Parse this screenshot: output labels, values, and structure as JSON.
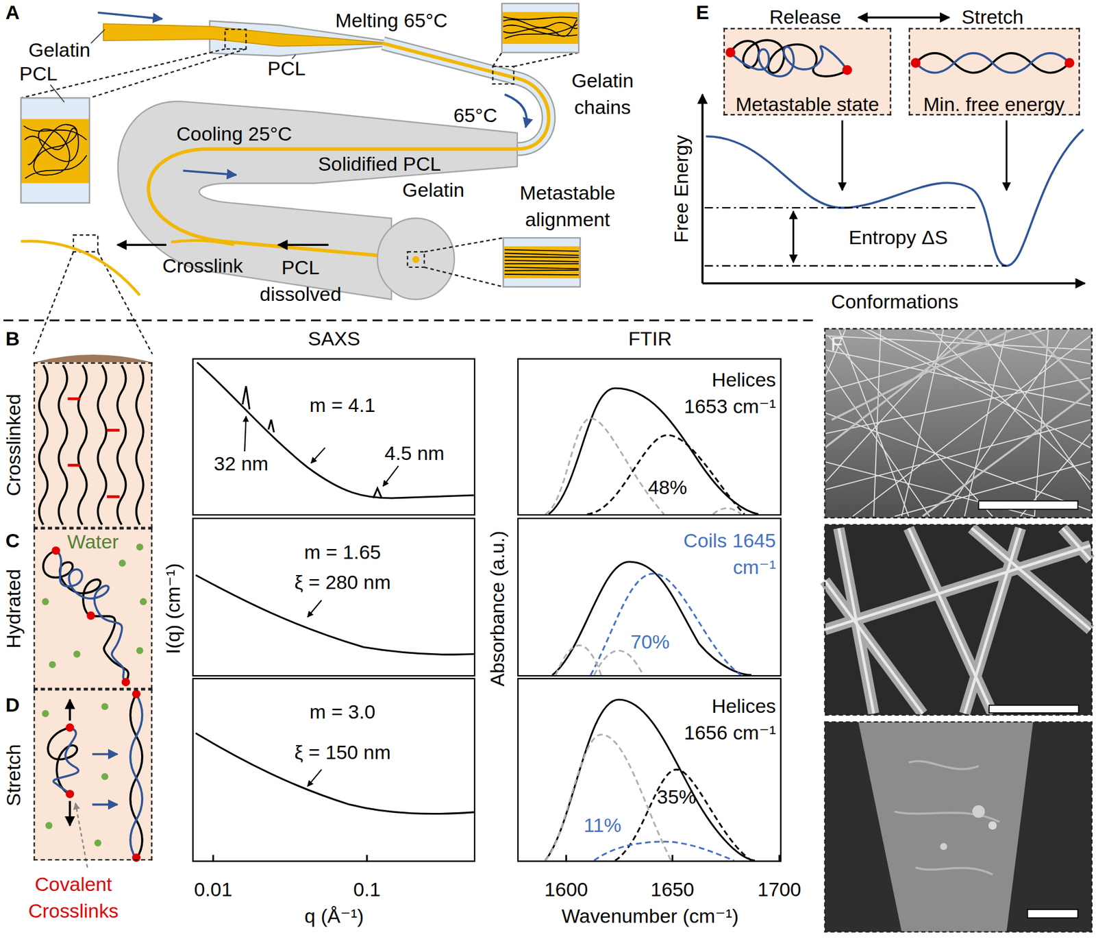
{
  "diagram": {
    "nodes": [
      {
        "text": [
          "Metastable state"
        ]
      },
      {
        "text": [
          "Min. free energy"
        ]
      },
      {
        "text": [
          "Crosslinked"
        ]
      },
      {
        "text": [
          "m = 4.1",
          "32 nm",
          "4.5 nm"
        ]
      },
      {
        "text": [
          "Helices 1653 cm⁻¹",
          "48%"
        ]
      },
      {
        "text": [
          "Hydrated",
          "Water"
        ]
      },
      {
        "text": [
          "m = 1.65",
          "ξ = 280 nm"
        ]
      },
      {
        "text": [
          "Coils 1645 cm⁻¹",
          "70%"
        ]
      },
      {
        "text": [
          "Stretch"
        ]
      },
      {
        "text": [
          "m = 3.0",
          "ξ = 150 nm"
        ]
      },
      {
        "text": [
          "Helices 1656 cm⁻¹",
          "11%",
          "35%"
        ]
      }
    ],
    "labels": [
      "A",
      "Gelatin",
      "PCL",
      "Melting 65°C",
      "PCL",
      "Gelatin chains",
      "65°C",
      "Cooling 25°C",
      "Solidified PCL",
      "Gelatin",
      "Metastable alignment",
      "Crosslink",
      "PCL dissolved",
      "E",
      "Release",
      "Stretch",
      "Free Energy",
      "Entropy ΔS",
      "Conformations",
      "B",
      "SAXS",
      "FTIR",
      "C",
      "D",
      "I(q) (cm⁻¹)",
      "Absorbance (a.u.)",
      "Covalent Crosslinks",
      "0.01",
      "0.1",
      "q (Å⁻¹)",
      "1600",
      "1650",
      "1700",
      "Wavenumber (cm⁻¹)",
      "F"
    ]
  }
}
